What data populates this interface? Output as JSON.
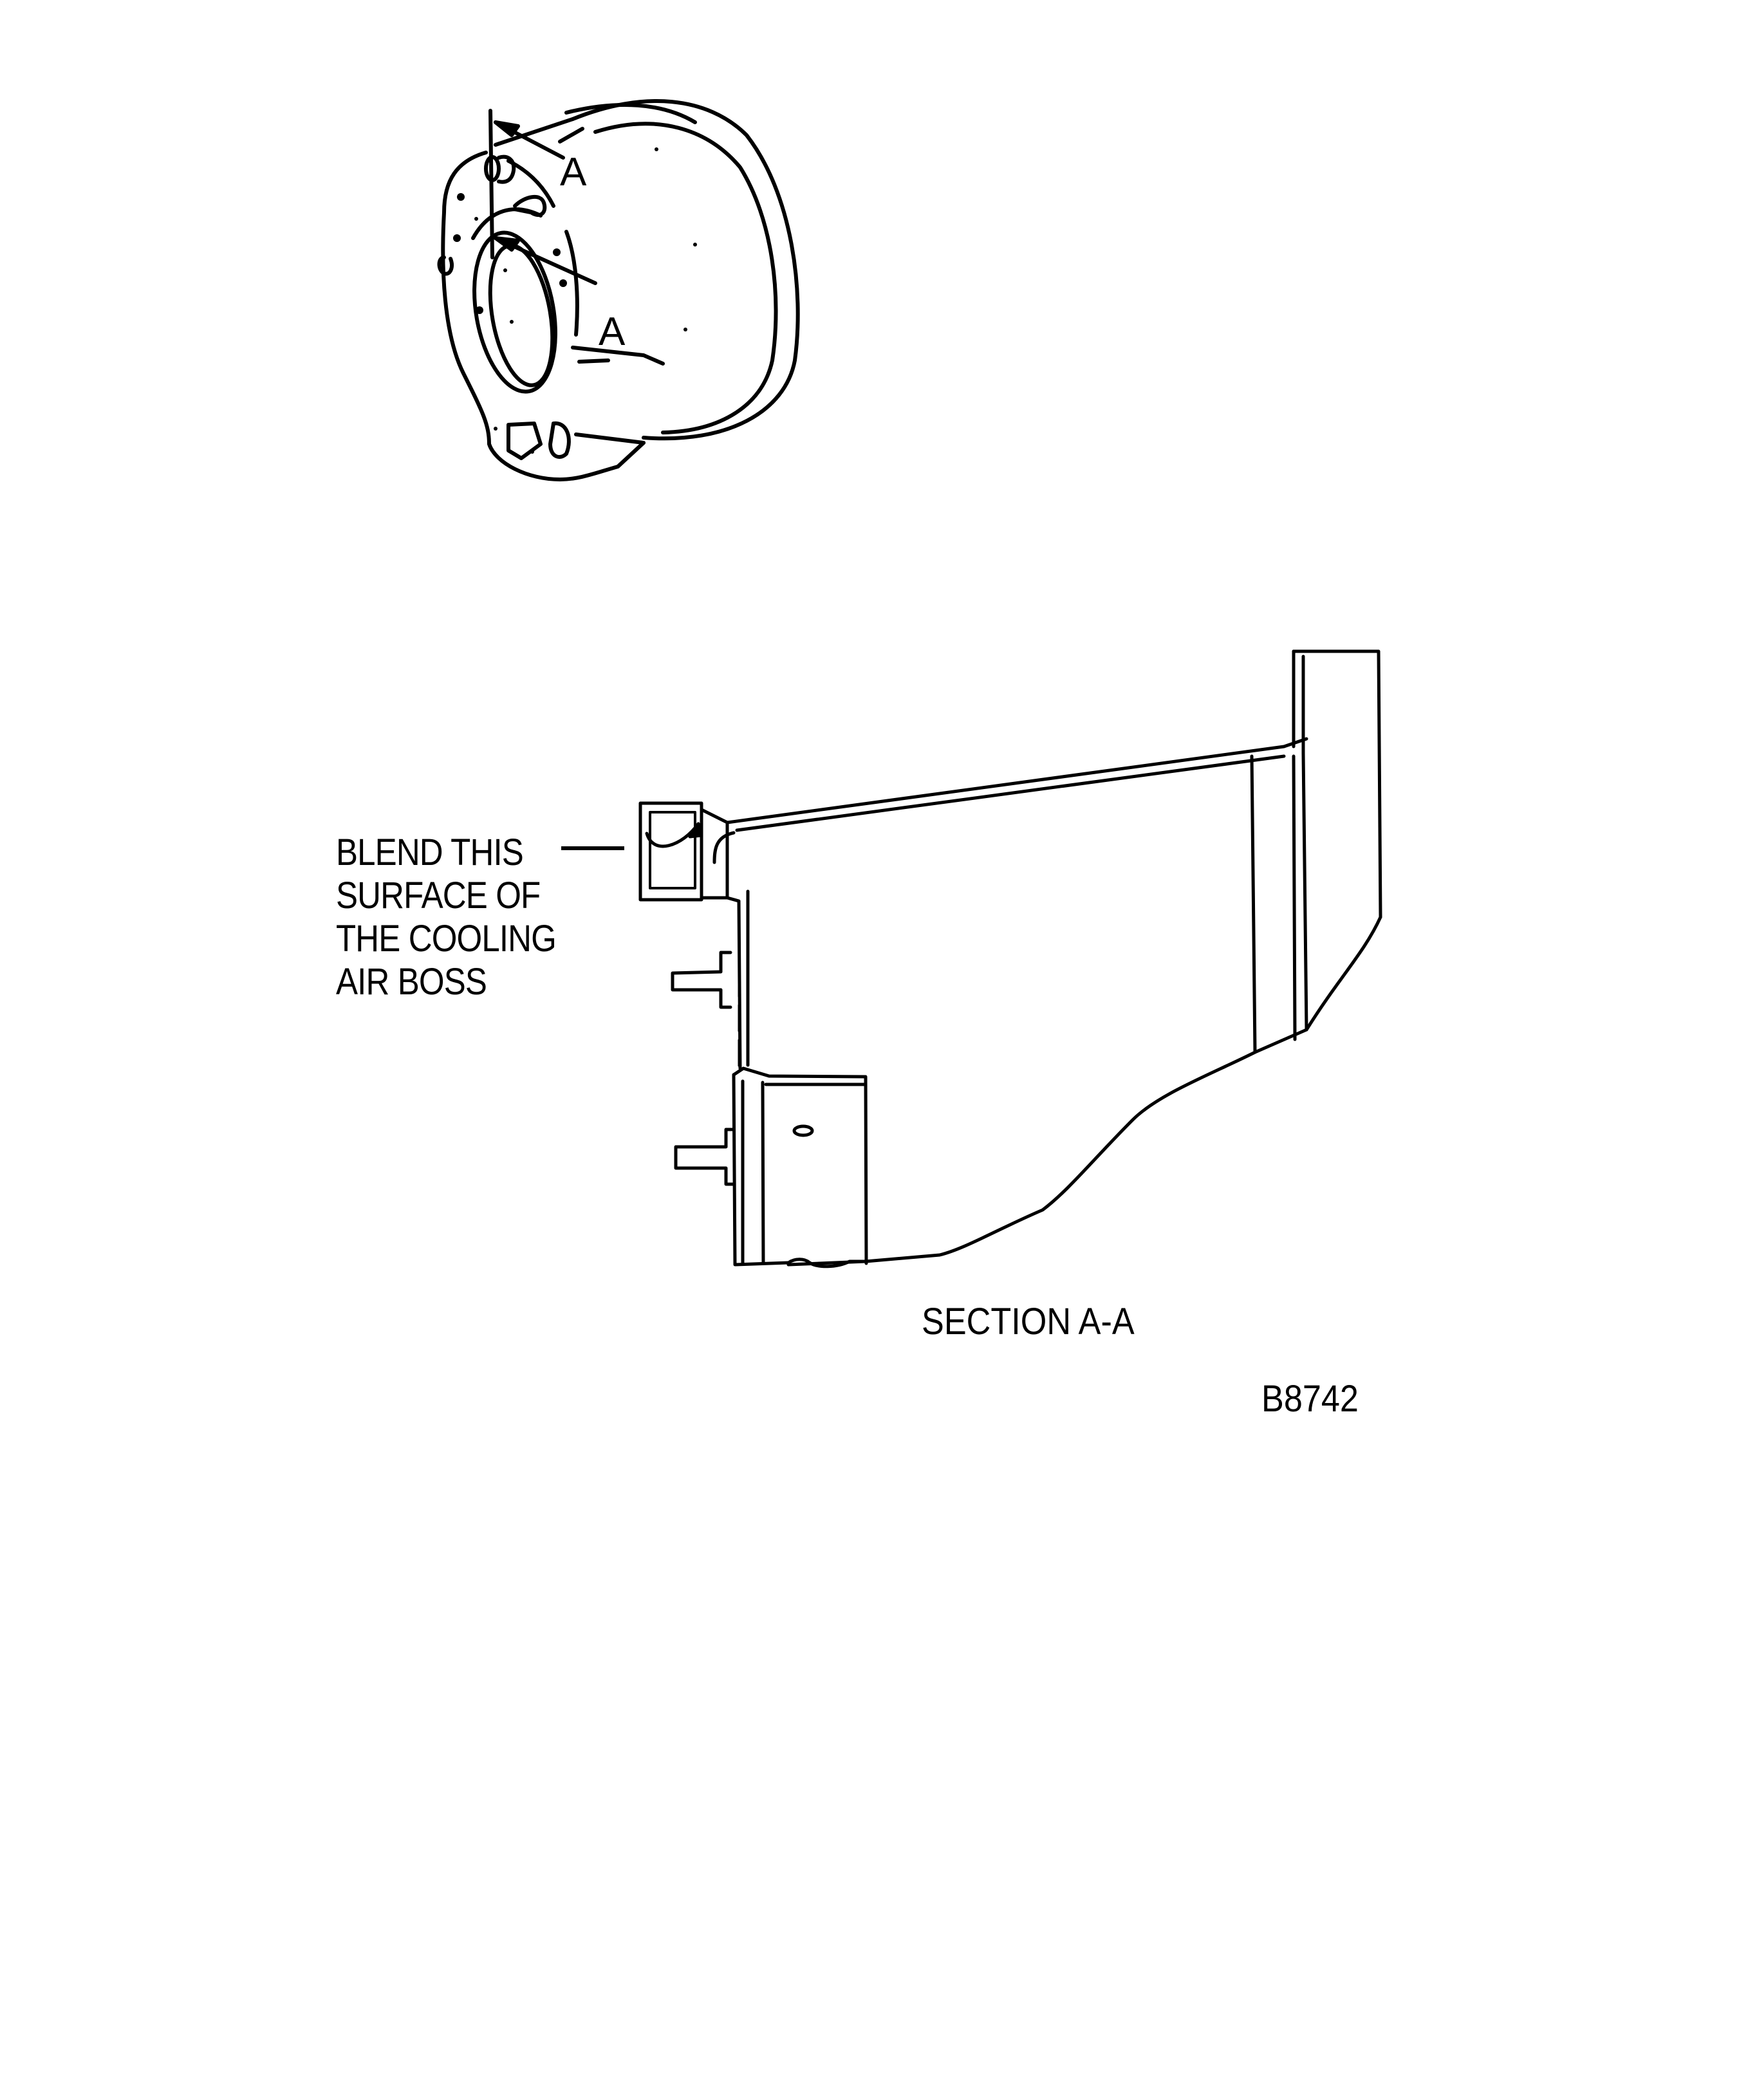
{
  "figure": {
    "figure_id": "B8742",
    "isometric_view": {
      "section_marks": [
        "A",
        "A"
      ]
    },
    "section_view": {
      "title": "SECTION A-A",
      "callout": {
        "lines": [
          "BLEND THIS",
          "SURFACE OF",
          "THE COOLING",
          "AIR BOSS"
        ]
      }
    }
  },
  "colors": {
    "ink": "#000000",
    "paper": "#ffffff"
  }
}
